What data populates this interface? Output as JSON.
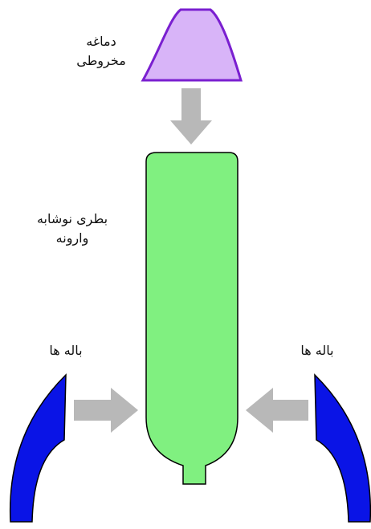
{
  "labels": {
    "nose_cone": {
      "line1": "دماغه",
      "line2": "مخروطی"
    },
    "bottle": {
      "line1": "بطری نوشابه",
      "line2": "وارونه"
    },
    "fin_left": "باله ها",
    "fin_right": "باله ها"
  },
  "colors": {
    "nose_fill": "#d8b4f8",
    "nose_stroke": "#7a1fd0",
    "bottle_fill": "#80f080",
    "bottle_stroke": "#000000",
    "fin_fill": "#0a14e6",
    "fin_stroke": "#000000",
    "arrow_fill": "#b8b8b8"
  }
}
